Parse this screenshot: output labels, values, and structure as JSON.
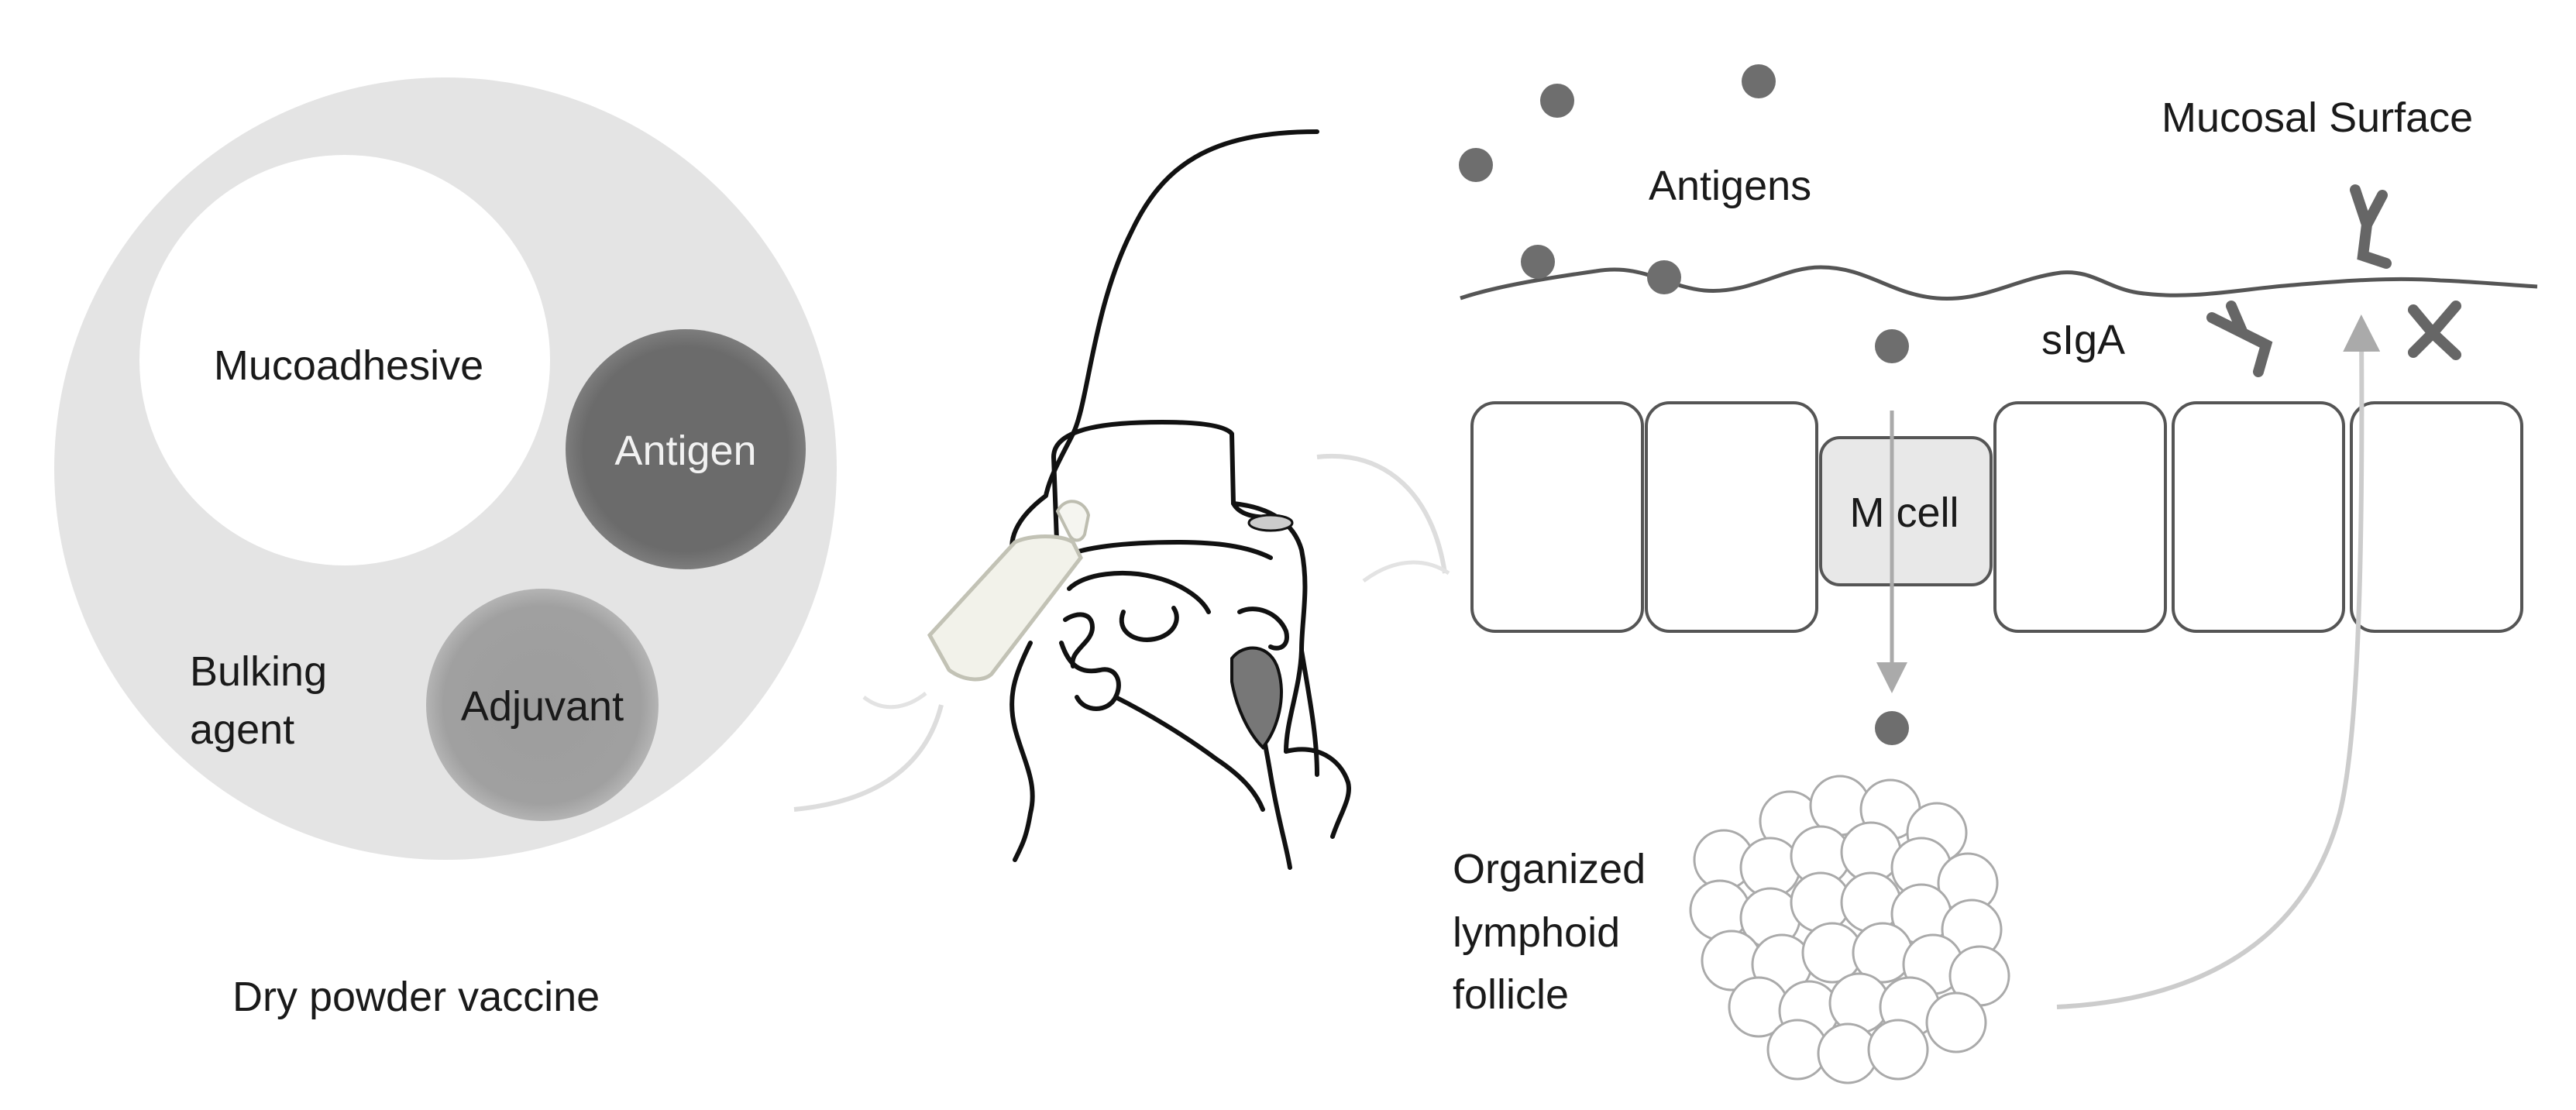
{
  "particle": {
    "mucoadhesive": "Mucoadhesive",
    "antigen": "Antigen",
    "adjuvant": "Adjuvant",
    "bulking_line1": "Bulking",
    "bulking_line2": "agent",
    "caption": "Dry powder vaccine"
  },
  "mucosa": {
    "surface_label": "Mucosal Surface",
    "antigens_label": "Antigens",
    "siga_label": "sIgA",
    "mcell_label": "M cell",
    "follicle_line1": "Organized",
    "follicle_line2": "lymphoid",
    "follicle_line3": "follicle"
  },
  "colors": {
    "particle_body": "#e4e4e4",
    "mucoadhesive": "#ffffff",
    "antigen": "#6b6b6b",
    "adjuvant": "#9e9e9e",
    "antigen_dot": "#6e6e6e",
    "siga": "#666666",
    "mcell_fill": "#e8e8e8",
    "outline": "#555555",
    "arrow": "#aaaaaa"
  },
  "icons": [
    "nasal-spray-device-icon",
    "head-profile-icon",
    "antibody-icon",
    "antigen-dot-icon"
  ]
}
